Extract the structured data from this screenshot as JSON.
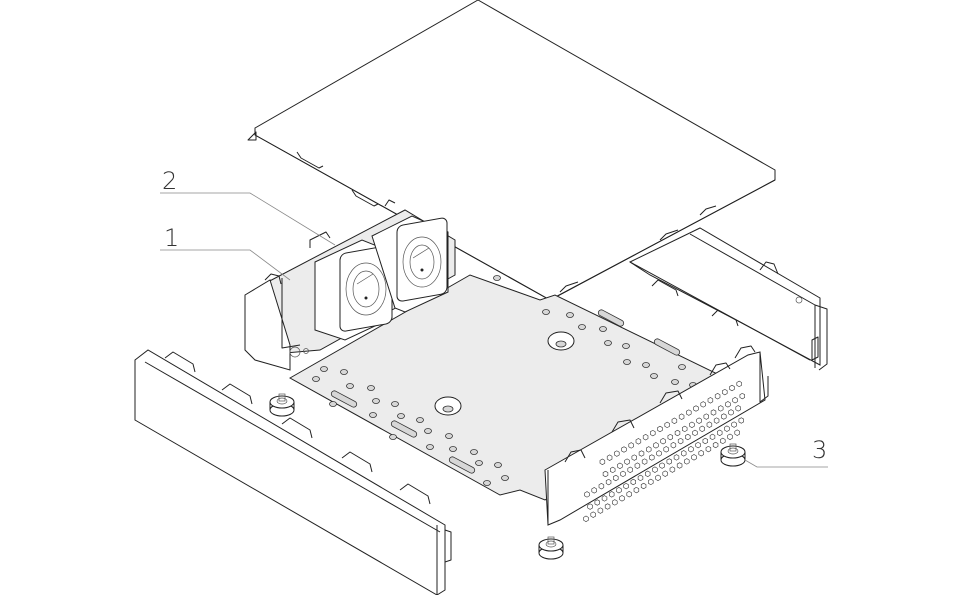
{
  "figure": {
    "type": "exploded-view technical illustration",
    "subject": "small form-factor metal chassis assembly",
    "colors": {
      "line": "#222222",
      "leader": "#888888",
      "plate_fill": "#ececec",
      "background": "#ffffff",
      "label_text": "#333333"
    }
  },
  "callouts": [
    {
      "number": "1",
      "target": "fan-bracket"
    },
    {
      "number": "2",
      "target": "cooling-fans"
    },
    {
      "number": "3",
      "target": "rubber-feet"
    }
  ],
  "parts": [
    {
      "name": "top-cover",
      "description": "flat top cover panel with bent tabs"
    },
    {
      "name": "cooling-fans",
      "count": 2,
      "description": "two square axial fans"
    },
    {
      "name": "fan-bracket",
      "description": "vertical bracket holding the fans"
    },
    {
      "name": "base-tray",
      "description": "perforated base plate with mounting holes and slots"
    },
    {
      "name": "rear-panel",
      "description": "panel with hexagonal ventilation mesh"
    },
    {
      "name": "side-rail",
      "description": "right side rail with tabs"
    },
    {
      "name": "front-bezel",
      "description": "front bezel panel with tabs"
    },
    {
      "name": "rubber-feet",
      "count": 3,
      "description": "round feet with screws"
    }
  ]
}
